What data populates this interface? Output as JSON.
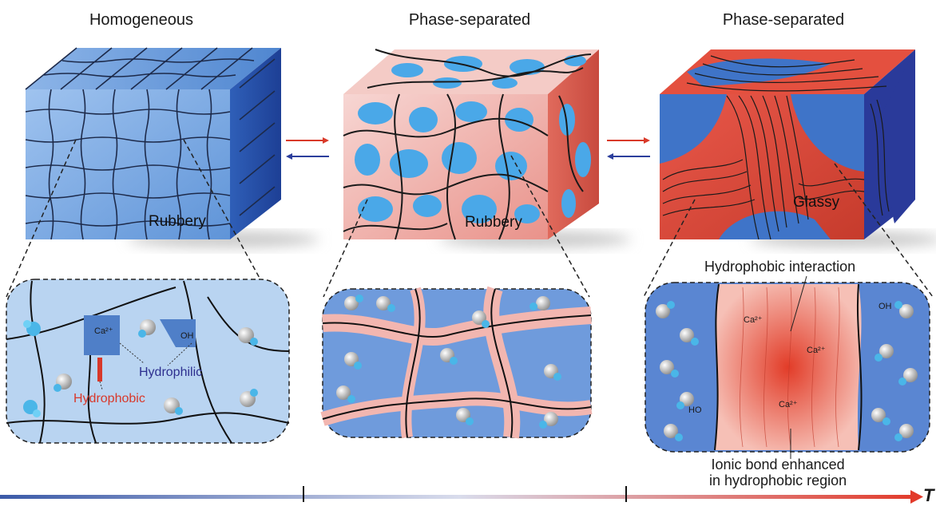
{
  "panels": [
    {
      "title": "Homogeneous",
      "cube_label": "Rubbery"
    },
    {
      "title": "Phase-separated",
      "cube_label": "Rubbery"
    },
    {
      "title": "Phase-separated",
      "cube_label": "Glassy"
    }
  ],
  "zoom1": {
    "hydrophilic": "Hydrophilic",
    "hydrophobic": "Hydrophobic",
    "ion": "Ca²⁺",
    "oh": "OH"
  },
  "zoom3": {
    "top_annotation": "Hydrophobic interaction",
    "bottom_annotation_line1": "Ionic bond enhanced",
    "bottom_annotation_line2": "in hydrophobic region",
    "ion": "Ca²⁺",
    "oh": "OH",
    "ho": "HO"
  },
  "axis": {
    "label": "T"
  },
  "colors": {
    "blue": "#3d6fc4",
    "light_blue": "#8fb8ea",
    "red": "#e0402a",
    "pink": "#f2b6b0",
    "dark_blue": "#2a3a9a"
  }
}
